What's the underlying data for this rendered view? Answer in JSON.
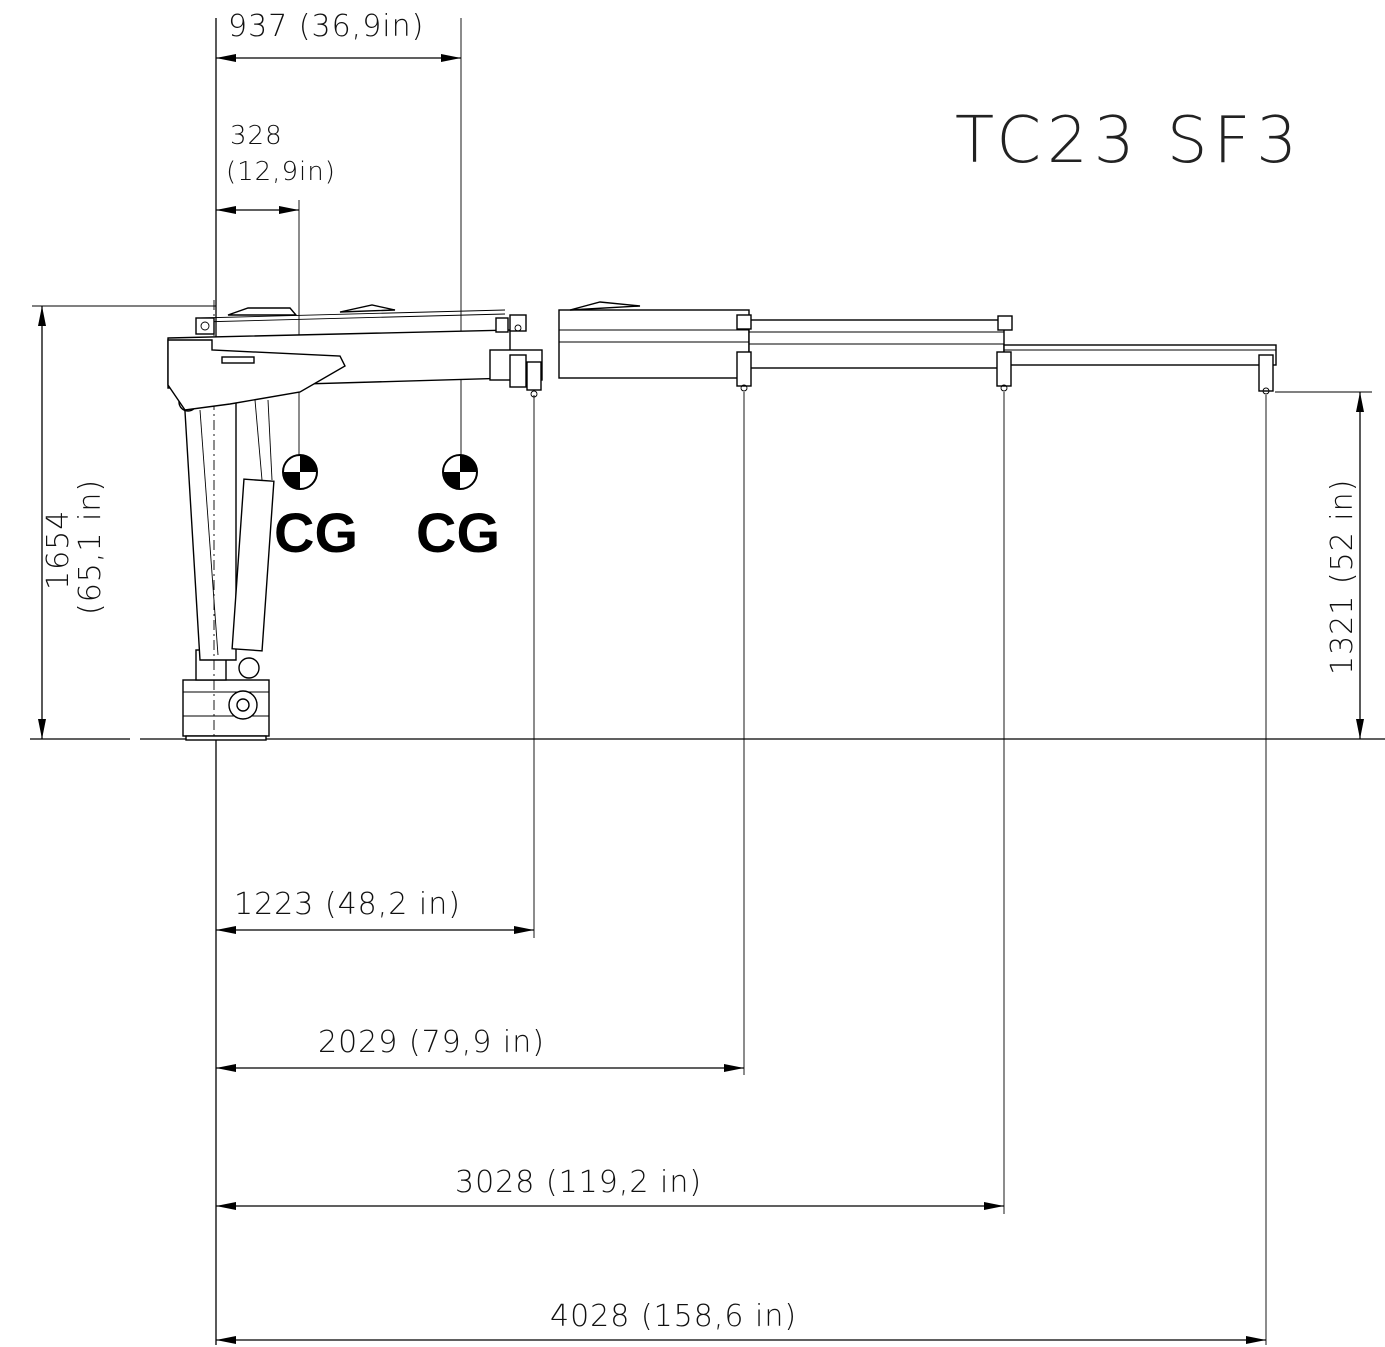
{
  "model": "TC23 SF3",
  "cg_label": "CG",
  "dimensions": {
    "h_937": "937 (36,9in)",
    "h_328_a": "328",
    "h_328_b": "(12,9in)",
    "h_1223": "1223 (48,2 in)",
    "h_2029": "2029 (79,9 in)",
    "h_3028": "3028 (119,2 in)",
    "h_4028": "4028 (158,6 in)",
    "v_1654_a": "1654",
    "v_1654_b": "(65,1 in)",
    "v_1321": "1321 (52 in)"
  },
  "colors": {
    "line": "#000000",
    "background": "#ffffff"
  }
}
